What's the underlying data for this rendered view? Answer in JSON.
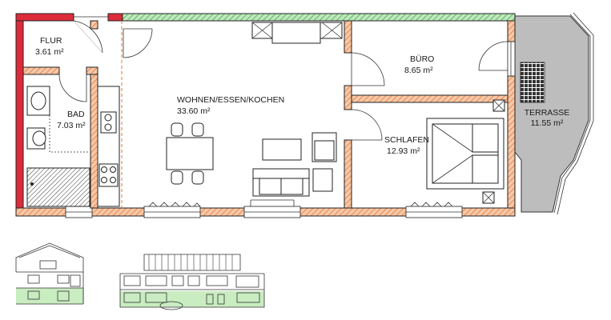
{
  "rooms": {
    "flur": {
      "name": "FLUR",
      "area": "3.61 m²"
    },
    "bad": {
      "name": "BAD",
      "area": "7.03 m²"
    },
    "wohnen": {
      "name": "WOHNEN/ESSEN/KOCHEN",
      "area": "33.60 m²"
    },
    "buero": {
      "name": "BÜRO",
      "area": "8.65 m²"
    },
    "schlafen": {
      "name": "SCHLAFEN",
      "area": "12.93 m²"
    },
    "terrasse": {
      "name": "TERRASSE",
      "area": "11.55 m²"
    }
  },
  "colors": {
    "exterior_wall": "#dd2b3a",
    "hatch_wall": "#f0a070",
    "green_wall": "#8bd18b",
    "terrace": "#bdbdbd",
    "lawn": "#c9ecc0"
  }
}
